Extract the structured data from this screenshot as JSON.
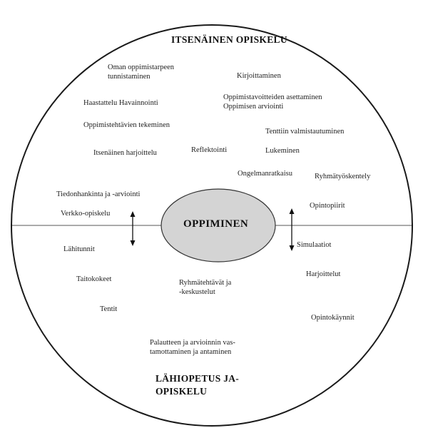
{
  "top_title": "ITSENÄINEN OPISKELU",
  "bottom_title_line1": "LÄHIOPETUS JA-",
  "bottom_title_line2": "OPISKELU",
  "center_label": "OPPIMINEN",
  "center_fill": "#d4d4d4",
  "labels": {
    "oman_line1": "Oman oppimistarpeen",
    "oman_line2": "tunnistaminen",
    "kirjoittaminen": "Kirjoittaminen",
    "haastattelu": "Haastattelu Havainnointi",
    "tavoitteet_line1": "Oppimistavoitteiden asettaminen",
    "tavoitteet_line2": "Oppimisen arviointi",
    "tehtavien": "Oppimistehtävien tekeminen",
    "tenttiin": "Tenttiin valmistautuminen",
    "reflektointi": "Reflektointi",
    "harjoittelu": "Itsenäinen harjoittelu",
    "lukeminen": "Lukeminen",
    "ongelmanratkaisu": "Ongelmanratkaisu",
    "ryhmatyo": "Ryhmätyöskentely",
    "tiedonhankinta": "Tiedonhankinta ja -arviointi",
    "opintopiirit": "Opintopiirit",
    "verkko": "Verkko-opiskelu",
    "simulaatiot": "Simulaatiot",
    "lahitunnit": "Lähitunnit",
    "taitokokeet": "Taitokokeet",
    "ryhmatehtavat_line1": "Ryhmätehtävät ja",
    "ryhmatehtavat_line2": "-keskustelut",
    "harjoittelut": "Harjoittelut",
    "tentit": "Tentit",
    "opintokaynnit": "Opintokäynnit",
    "palautteen_line1": "Palautteen ja arvioinnin vas-",
    "palautteen_line2": "tamottaminen ja antaminen"
  }
}
